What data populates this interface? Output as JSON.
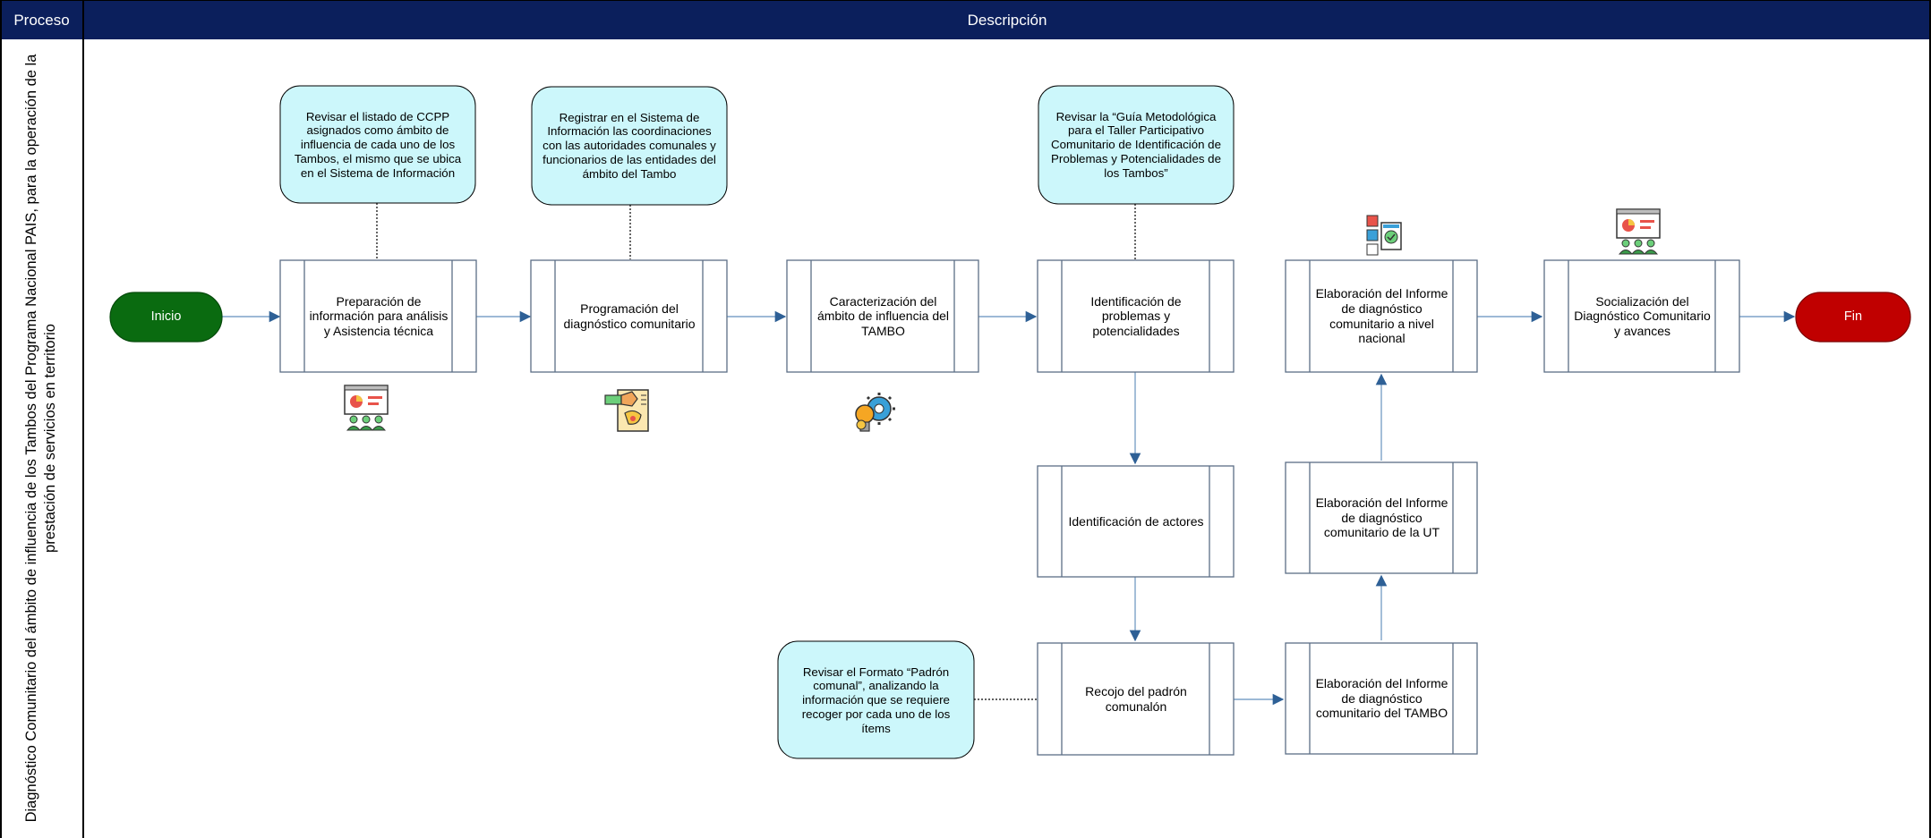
{
  "header": {
    "proceso_label": "Proceso",
    "descripcion_label": "Descripción"
  },
  "lane": {
    "title_line1": "Diagnóstico Comunitario del ámbito de influencia de los Tambos del Programa Nacional PAIS, para la operación de la",
    "title_line2": "prestación de servicios en territorio"
  },
  "terminals": {
    "start": "Inicio",
    "end": "Fin"
  },
  "processes": {
    "p1": "Preparación de información para análisis y Asistencia técnica",
    "p2": "Programación del diagnóstico comunitario",
    "p3": "Caracterización del ámbito de influencia del TAMBO",
    "p4": "Identificación de problemas y potencialidades",
    "p5": "Elaboración del Informe de diagnóstico comunitario a nivel nacional",
    "p6": "Socialización del Diagnóstico Comunitario y avances",
    "p7": "Identificación de actores",
    "p8": "Elaboración del Informe de diagnóstico comunitario de la UT",
    "p9": "Recojo del padrón comunalón",
    "p10": "Elaboración del Informe de diagnóstico comunitario del TAMBO"
  },
  "notes": {
    "n1": "Revisar el listado de CCPP asignados como ámbito de influencia de cada uno de los Tambos, el mismo que se ubica en el Sistema de Información",
    "n2": "Registrar en el Sistema de Información las coordinaciones con las autoridades comunales y funcionarios de las entidades del ámbito del Tambo",
    "n3": "Revisar la “Guía Metodológica para el Taller Participativo Comunitario de Identificación de Problemas y Potencialidades de los Tambos”",
    "n4": "Revisar el Formato “Padrón comunal”, analizando la información que se requiere recoger por cada uno de los ítems"
  },
  "icons": {
    "i1": "presentation-icon",
    "i2": "handshake-document-icon",
    "i3": "lightbulb-gears-icon",
    "i4": "documents-checklist-icon",
    "i5": "presentation-icon"
  },
  "colors": {
    "header_bg": "#0b1f5c",
    "start_fill": "#0a6b10",
    "end_fill": "#c00000",
    "note_fill": "#ccf7fb",
    "arrow": "#2e6096"
  }
}
